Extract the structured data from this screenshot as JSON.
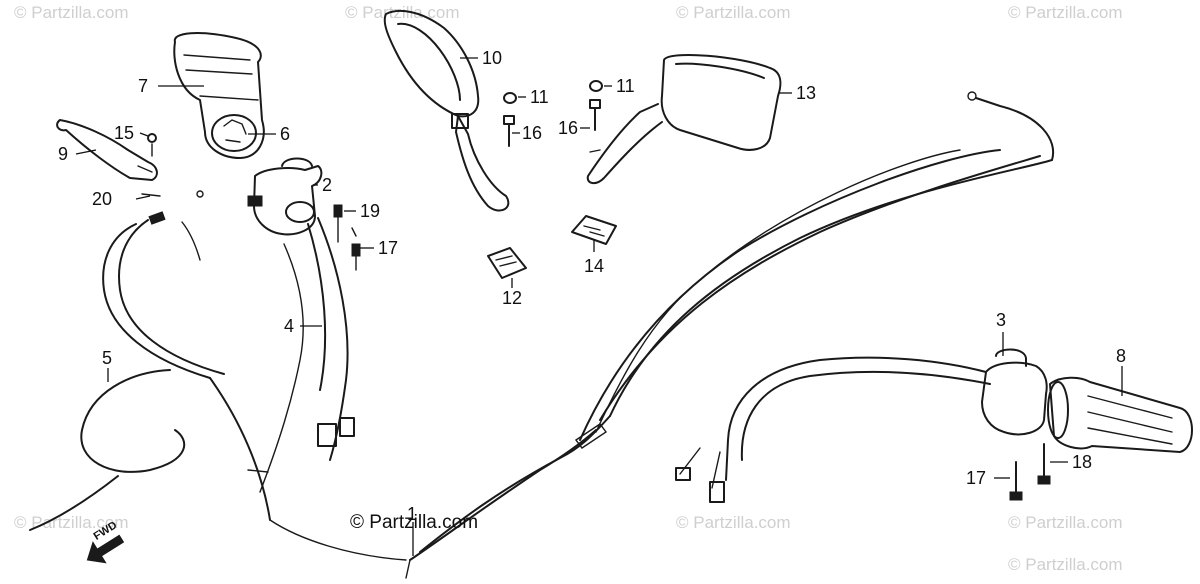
{
  "watermarks": [
    "© Partzilla.com",
    "© Partzilla.com",
    "© Partzilla.com",
    "© Partzilla.com",
    "© Partzilla.com",
    "© Partzilla.com",
    "© Partzilla.com",
    "© Partzilla.com"
  ],
  "credit": "© Partzilla.com",
  "direction_label": "FWD",
  "callouts": [
    "7",
    "6",
    "15",
    "9",
    "20",
    "2",
    "19",
    "17",
    "4",
    "5",
    "10",
    "11",
    "16",
    "12",
    "11",
    "16",
    "13",
    "14",
    "3",
    "8",
    "17",
    "18",
    "1"
  ]
}
